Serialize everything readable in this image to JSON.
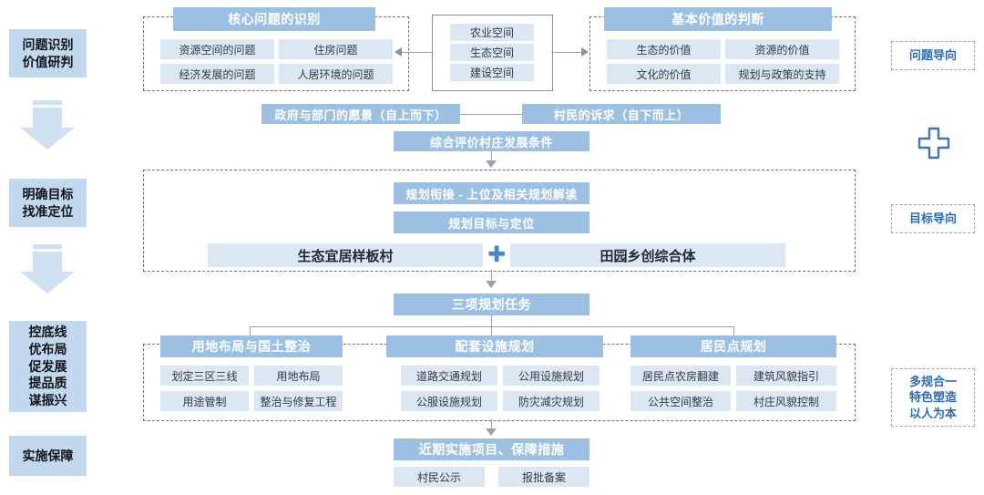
{
  "stages": [
    {
      "id": "stage-1",
      "label": "问题识别\n价值研判"
    },
    {
      "id": "stage-2",
      "label": "明确目标\n找准定位"
    },
    {
      "id": "stage-3",
      "label": "控底线\n优布局\n促发展\n提品质\n谋振兴"
    },
    {
      "id": "stage-4",
      "label": "实施保障"
    }
  ],
  "side_tags": [
    {
      "id": "tag-1",
      "label": "问题导向"
    },
    {
      "id": "tag-2",
      "label": "目标导向"
    },
    {
      "id": "tag-3",
      "label": "多规合一\n特色塑造\n以人为本"
    }
  ],
  "section_problem": {
    "header": "核心问题的识别",
    "items": [
      "资源空间的问题",
      "住房问题",
      "经济发展的问题",
      "人居环境的问题"
    ]
  },
  "section_space": {
    "items": [
      "农业空间",
      "生态空间",
      "建设空间"
    ]
  },
  "section_value": {
    "header": "基本价值的判断",
    "items": [
      "生态的价值",
      "资源的价值",
      "文化的价值",
      "规划与政策的支持"
    ]
  },
  "section_vision": {
    "left": "政府与部门的愿景（自上而下）",
    "right": "村民的诉求（自下而上）",
    "synthesis": "综合评价村庄发展条件"
  },
  "section_goal": {
    "linkage": "规划衔接 - 上位及相关规划解读",
    "positioning": "规划目标与定位",
    "target_left": "生态宜居样板村",
    "target_right": "田园乡创综合体",
    "plus": "✚"
  },
  "section_tasks": {
    "header": "三项规划任务",
    "groups": [
      {
        "title": "用地布局与国土整治",
        "items": [
          "划定三区三线",
          "用地布局",
          "用途管制",
          "整治与修复工程"
        ]
      },
      {
        "title": "配套设施规划",
        "items": [
          "道路交通规划",
          "公用设施规划",
          "公服设施规划",
          "防灾减灾规划"
        ]
      },
      {
        "title": "居民点规划",
        "items": [
          "居民点农房翻建",
          "建筑风貌指引",
          "公共空间整治",
          "村庄风貌控制"
        ]
      }
    ]
  },
  "section_implementation": {
    "header": "近期实施项目、保障措施",
    "items": [
      "村民公示",
      "报批备案"
    ]
  },
  "colors": {
    "header_blue": "#9cc0e2",
    "light_blue": "#dbe7f3",
    "stage_blue": "#c2d8ee",
    "accent_text": "#2b6cb5",
    "line_gray": "#9aa1a8"
  }
}
